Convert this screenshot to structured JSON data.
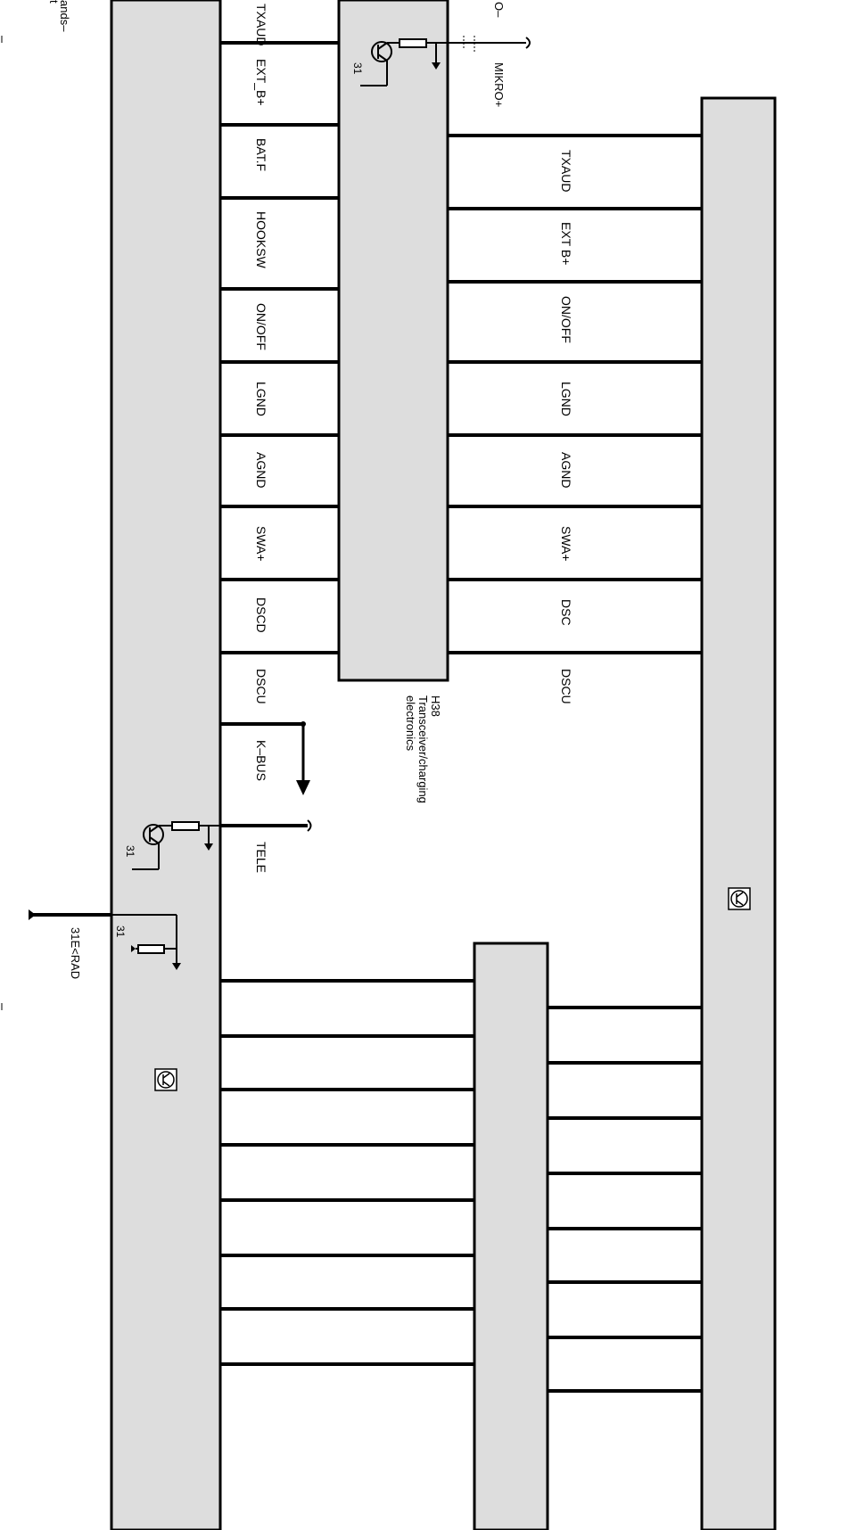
{
  "colors": {
    "panel": "#dddddd",
    "line": "#000000",
    "background": "#ffffff"
  },
  "top_left_fragments": [
    "ands–",
    "t"
  ],
  "left_connector_labels": [
    "TXAUD",
    "EXT_B+",
    "BAT.F",
    "HOOKSW",
    "ON/OFF",
    "LGND",
    "AGND",
    "SWA+",
    "DSCD",
    "DSCU",
    "K–BUS",
    "TELE"
  ],
  "right_connector_labels": [
    "TXAUD",
    "EXT B+",
    "ON/OFF",
    "LGND",
    "AGND",
    "SWA+",
    "DSC",
    "DSCU"
  ],
  "mic_labels": {
    "terminal": "O–",
    "name": "MIKRO+"
  },
  "transceiver": {
    "id": "H38",
    "line1": "Transceiver/charging",
    "line2": "electronics"
  },
  "ground_labels": {
    "ground": "31",
    "ground_rad": "31E<RAD"
  },
  "icons": [
    "transistor-symbol-icon",
    "ground-icon",
    "arrow-down-icon",
    "resistor-icon"
  ]
}
